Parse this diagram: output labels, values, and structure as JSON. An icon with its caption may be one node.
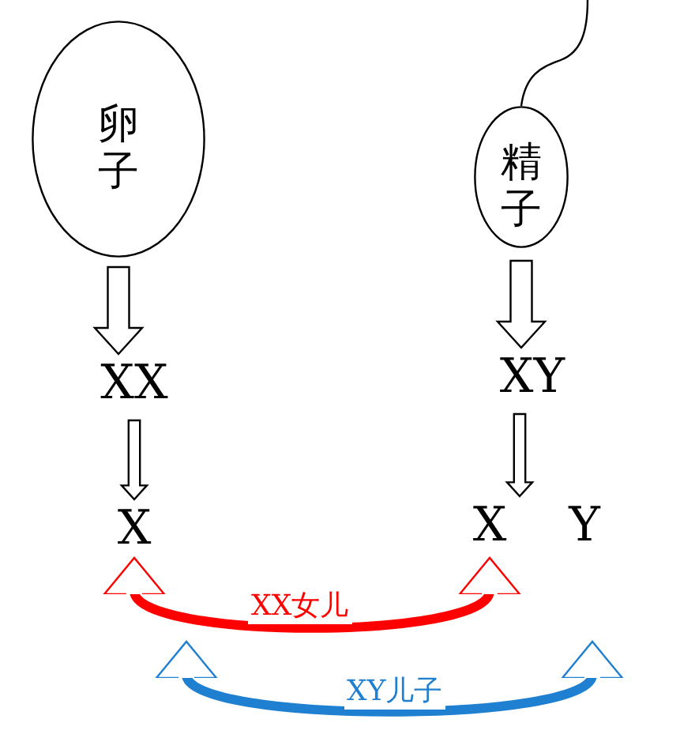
{
  "diagram": {
    "nodes": [
      {
        "text": [
          "卵子"
        ]
      },
      {
        "text": [
          "精子"
        ]
      },
      {
        "text": [
          "XX"
        ]
      },
      {
        "text": [
          "XY"
        ]
      },
      {
        "text": [
          "X"
        ]
      },
      {
        "text": [
          "X"
        ]
      },
      {
        "text": [
          "Y"
        ]
      }
    ],
    "edges": [
      {
        "from": 0,
        "to": 2,
        "arrow": "to"
      },
      {
        "from": 2,
        "to": 4,
        "arrow": "to"
      },
      {
        "from": 1,
        "to": 3,
        "arrow": "to"
      },
      {
        "from": 3,
        "to": 5,
        "arrow": "to"
      },
      {
        "from": 4,
        "to": 5,
        "arrow": "both",
        "label": "XX女儿",
        "color": "#ff0000"
      },
      {
        "from": 4,
        "to": 6,
        "arrow": "both",
        "label": "XY儿子",
        "color": "#1f7fd0"
      }
    ]
  }
}
